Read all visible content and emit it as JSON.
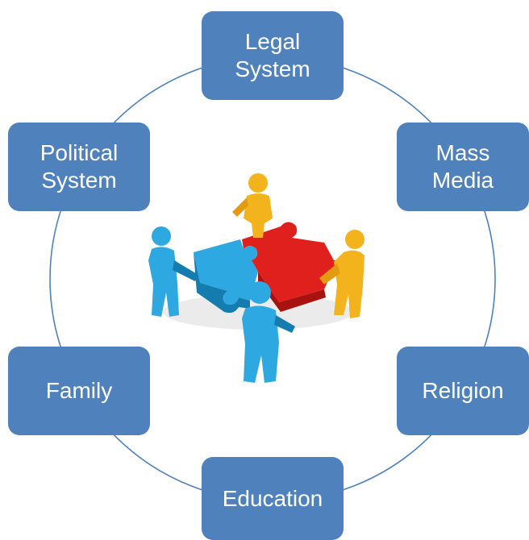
{
  "nodes": {
    "legal_system": "Legal\nSystem",
    "mass_media": "Mass\nMedia",
    "religion": "Religion",
    "education": "Education",
    "family": "Family",
    "political_system": "Political\nSystem"
  },
  "colors": {
    "node_fill": "#4f81bd",
    "node_text": "#ffffff",
    "ring_stroke": "#4f81bd",
    "figure_blue": "#2ea8e0",
    "figure_yellow": "#f2b31c",
    "puzzle_red": "#e0201c",
    "puzzle_blue": "#2ea8e0"
  },
  "center_image": {
    "icon": "people-assembling-puzzle-icon"
  }
}
